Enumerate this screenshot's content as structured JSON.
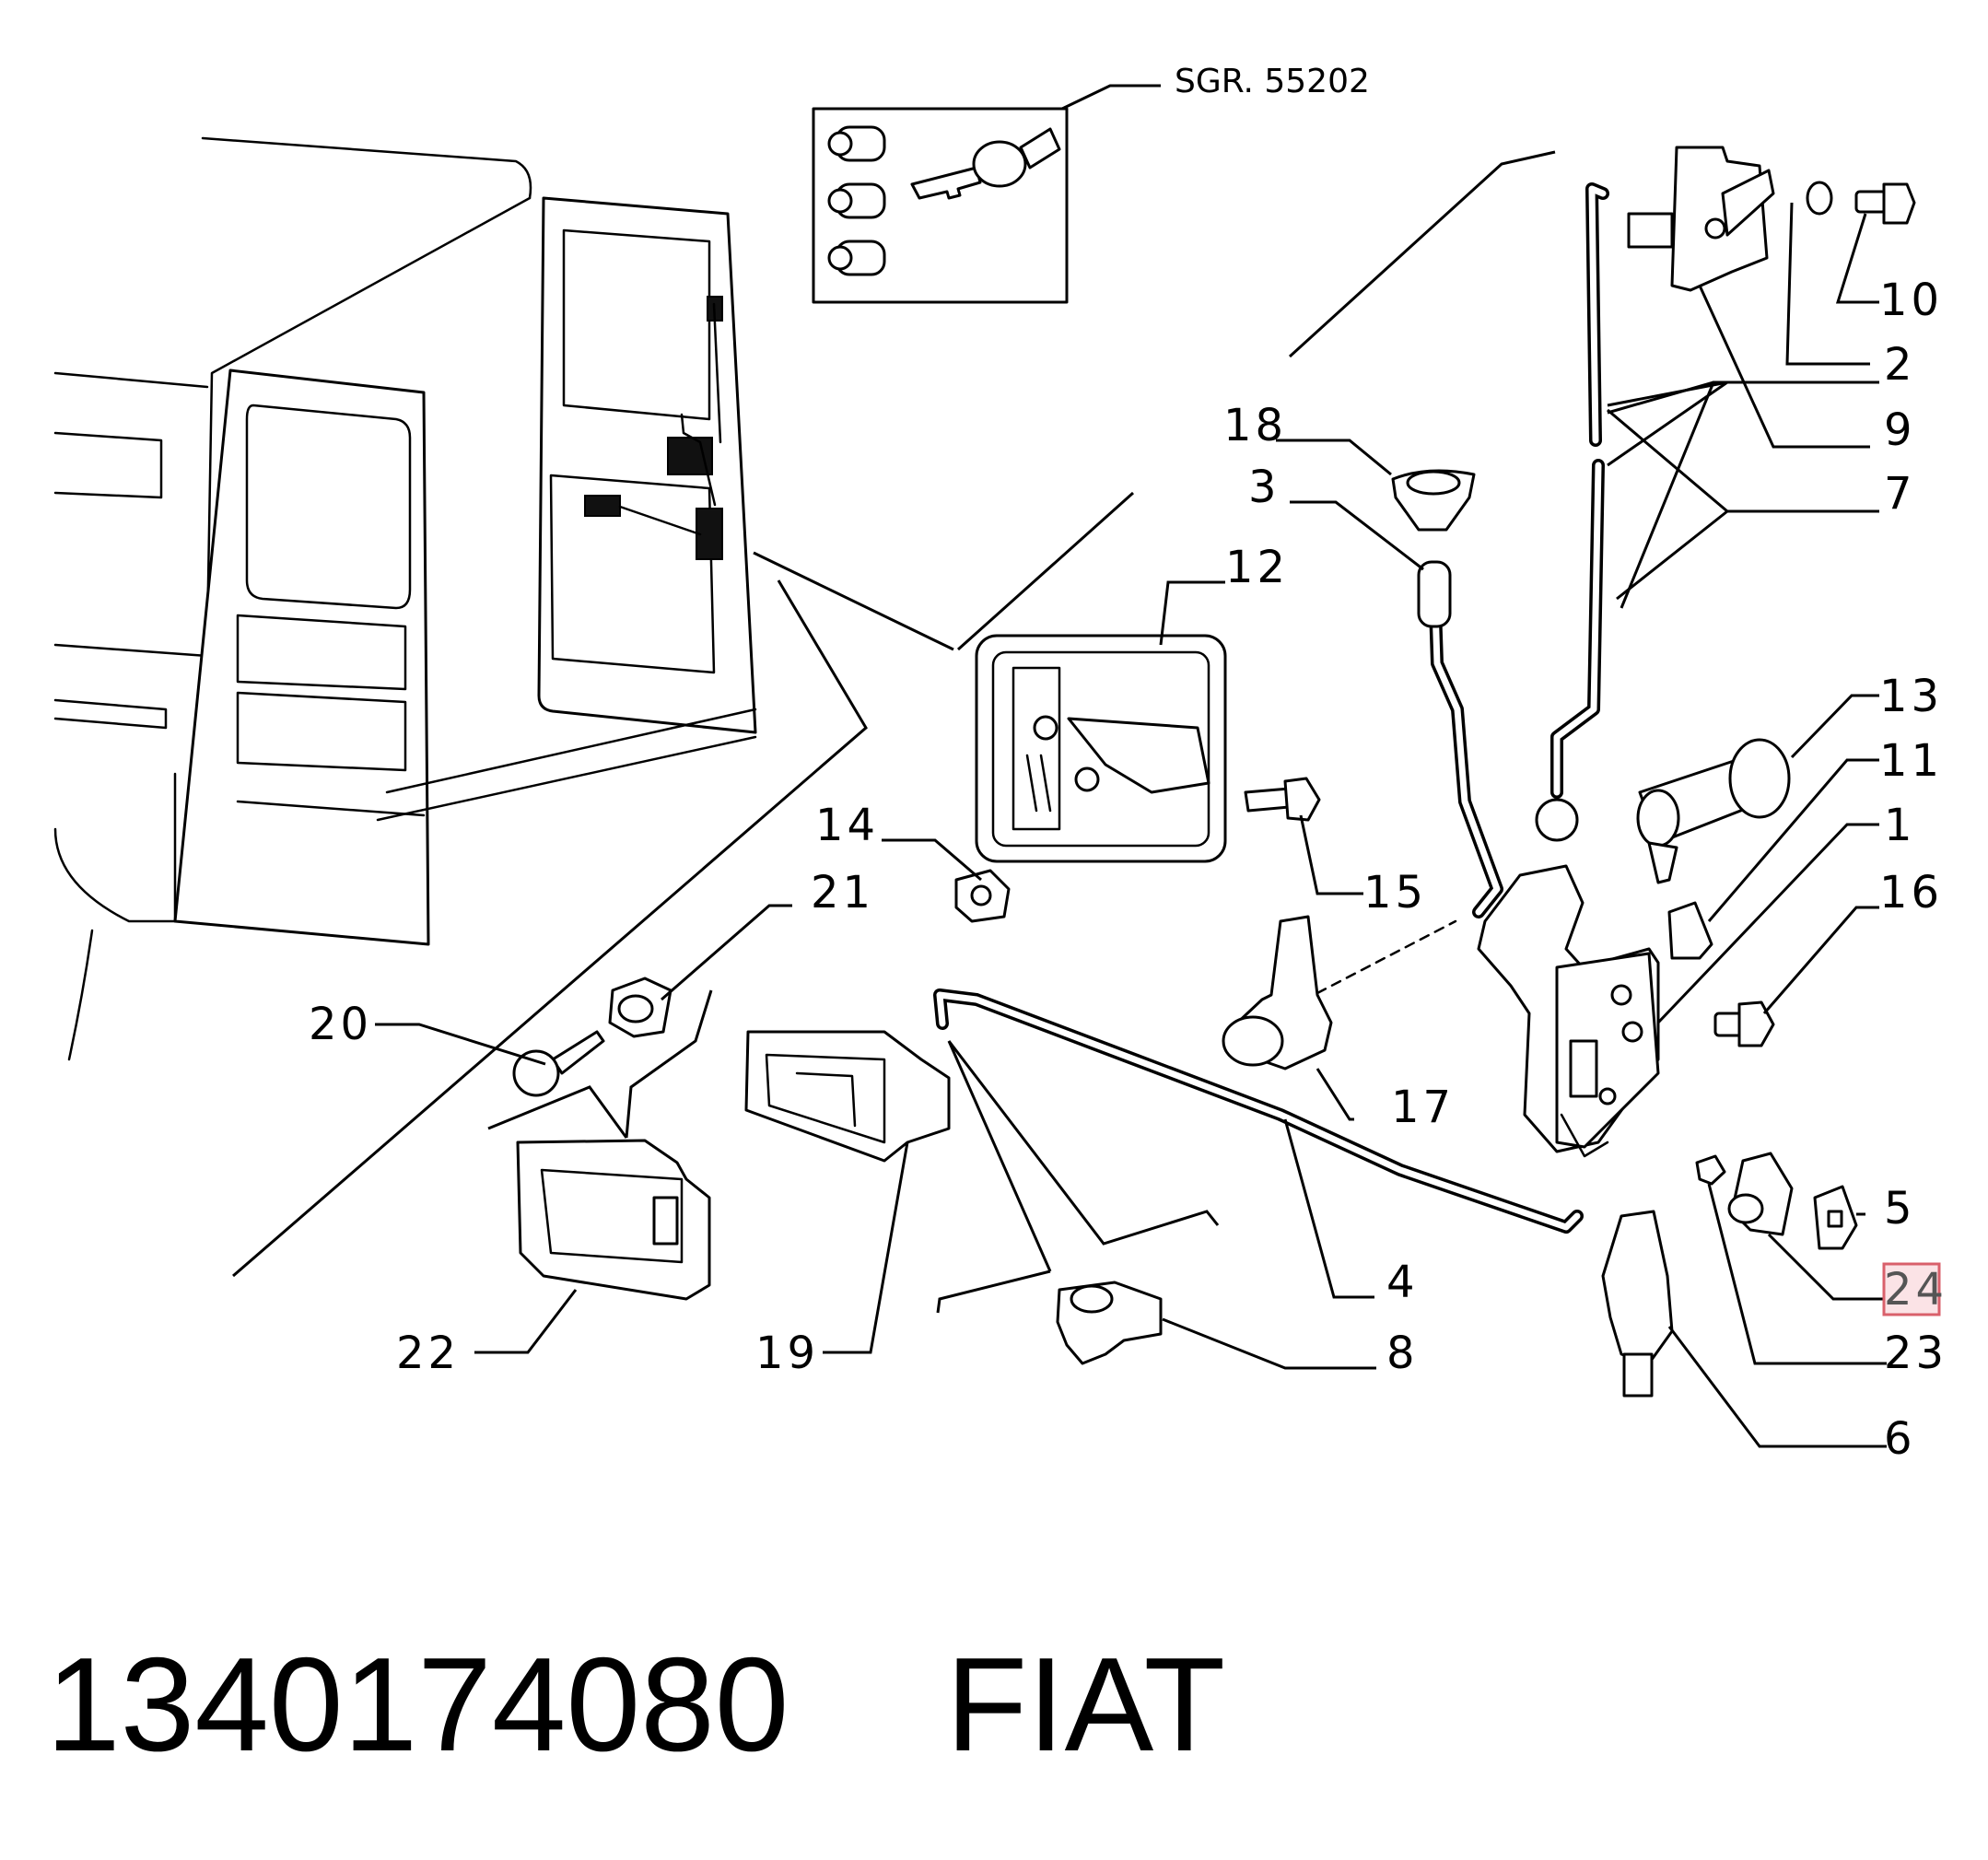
{
  "diagram": {
    "group_ref": "SGR. 55202",
    "highlighted_callout": "24",
    "callouts": [
      {
        "id": "c1",
        "label": "1"
      },
      {
        "id": "c2",
        "label": "2"
      },
      {
        "id": "c3",
        "label": "3"
      },
      {
        "id": "c4",
        "label": "4"
      },
      {
        "id": "c5",
        "label": "5"
      },
      {
        "id": "c6",
        "label": "6"
      },
      {
        "id": "c7",
        "label": "7"
      },
      {
        "id": "c8",
        "label": "8"
      },
      {
        "id": "c9",
        "label": "9"
      },
      {
        "id": "c10",
        "label": "10"
      },
      {
        "id": "c11",
        "label": "11"
      },
      {
        "id": "c12",
        "label": "12"
      },
      {
        "id": "c13",
        "label": "13"
      },
      {
        "id": "c14",
        "label": "14"
      },
      {
        "id": "c15",
        "label": "15"
      },
      {
        "id": "c16",
        "label": "16"
      },
      {
        "id": "c17",
        "label": "17"
      },
      {
        "id": "c18",
        "label": "18"
      },
      {
        "id": "c19",
        "label": "19"
      },
      {
        "id": "c20",
        "label": "20"
      },
      {
        "id": "c21",
        "label": "21"
      },
      {
        "id": "c22",
        "label": "22"
      },
      {
        "id": "c23",
        "label": "23"
      },
      {
        "id": "c24",
        "label": "24"
      }
    ]
  },
  "footer": {
    "part_number": "1340174080",
    "brand": "FIAT"
  }
}
